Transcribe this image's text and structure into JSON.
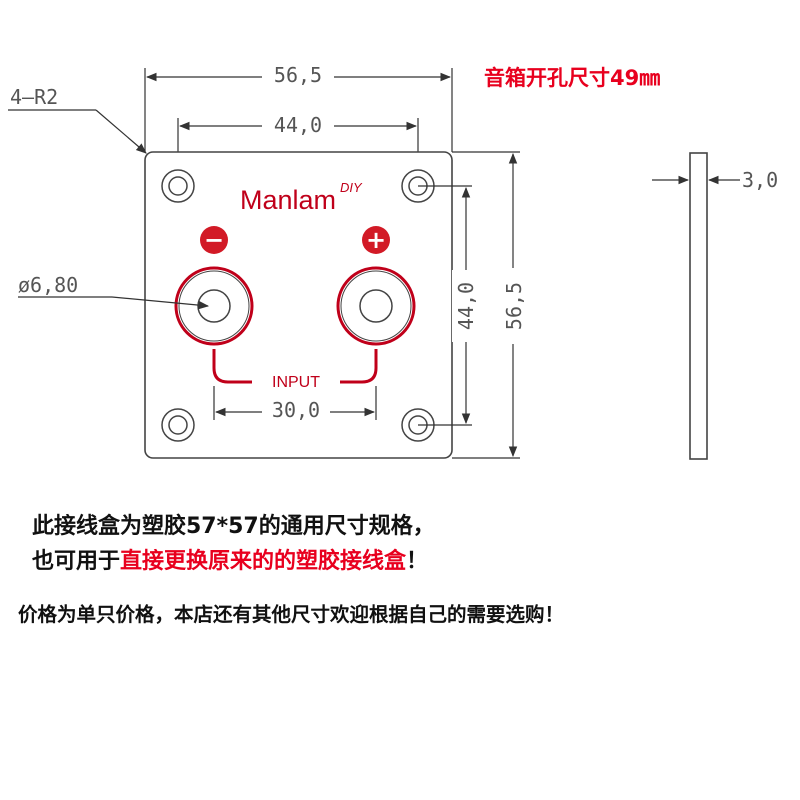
{
  "title_note": "音箱开孔尺寸49㎜",
  "dimensions": {
    "overall_width": "56,5",
    "hole_spacing_top": "44,0",
    "hole_spacing_right": "44,0",
    "overall_height": "56,5",
    "corner_radius": "4—R2",
    "terminal_diameter": "ø6,80",
    "terminal_spacing": "30,0",
    "thickness": "3,0"
  },
  "plate": {
    "brand": "Manlam",
    "brand_suffix": "DIY",
    "minus_symbol": "−",
    "plus_symbol": "+",
    "input_label": "INPUT",
    "colors": {
      "accent_red": "#c0001a",
      "outline": "#444444"
    }
  },
  "notes": {
    "line1": "此接线盒为塑胶57*57的通用尺寸规格，",
    "line2_prefix": "也可用于",
    "line2_highlight": "直接更换原来的的塑胶接线盒",
    "line2_suffix": "！",
    "line3": "价格为单只价格，本店还有其他尺寸欢迎根据自己的需要选购！"
  }
}
